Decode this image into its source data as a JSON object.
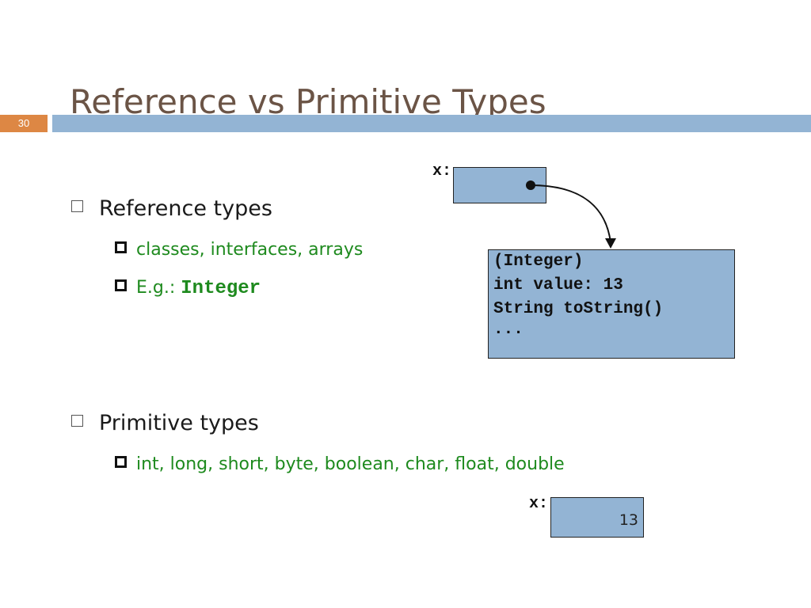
{
  "slide": {
    "number": "30",
    "title": "Reference vs Primitive Types"
  },
  "bullets": {
    "reference": {
      "heading": "Reference types",
      "items": [
        "classes, interfaces, arrays"
      ],
      "example_prefix": "E.g.: ",
      "example_code": "Integer"
    },
    "primitive": {
      "heading": "Primitive types",
      "items": [
        "int, long, short, byte, boolean, char, float, double"
      ]
    }
  },
  "diagram": {
    "ref_var_label": "x:",
    "object_lines": [
      "(Integer)",
      "int value: 13",
      "String toString()",
      "..."
    ],
    "prim_var_label": "x:",
    "prim_value": "13"
  },
  "colors": {
    "title": "#6b5446",
    "title_bar": "#93b4d4",
    "slide_number_bg": "#dd8744",
    "sub_bullet_text": "#1e8a1e",
    "box_fill": "#93b4d4"
  }
}
